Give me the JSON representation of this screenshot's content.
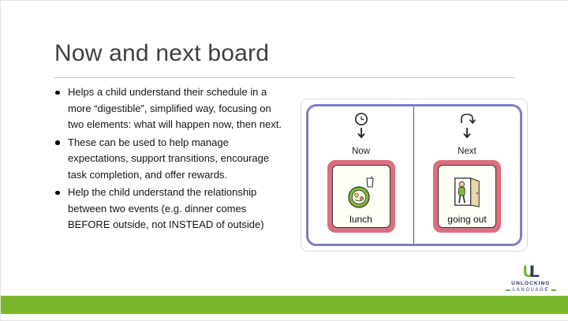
{
  "slide": {
    "title": "Now and next board",
    "bullets": [
      "Helps a child understand their schedule in a more “digestible”, simplified way, focusing on two elements: what will happen now, then next.",
      "These can be used to help manage expectations, support transitions, encourage task completion, and offer rewards.",
      "Help the child understand the relationship between two events (e.g. dinner comes BEFORE outside, not INSTEAD of outside)"
    ]
  },
  "board": {
    "now_label": "Now",
    "next_label": "Next",
    "now_card": {
      "label": "lunch",
      "icon": "lunch-plate-and-drink-icon"
    },
    "next_card": {
      "label": "going out",
      "icon": "person-leaving-door-icon"
    }
  },
  "logo": {
    "monogram_u": "U",
    "monogram_l": "L",
    "name_line1": "UNLOCKING",
    "name_line2": "LANGUAGE"
  },
  "colors": {
    "accent_green": "#7ab629",
    "board_border": "#7d7dc3",
    "card_border": "#dd6e7e",
    "title_color": "#3f3f3f"
  }
}
